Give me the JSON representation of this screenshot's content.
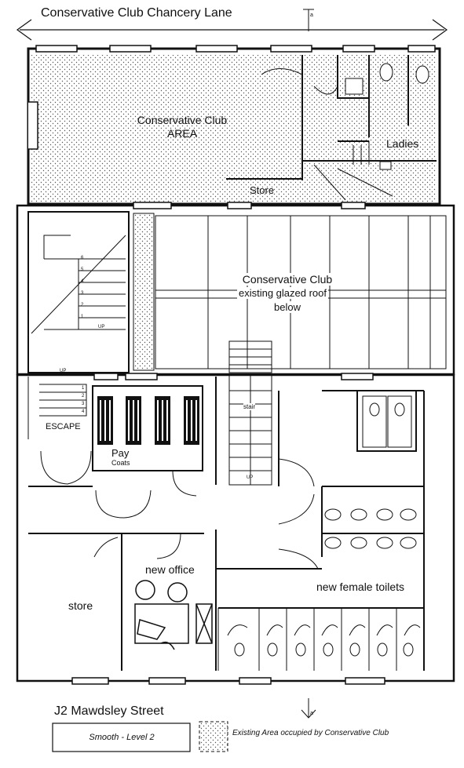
{
  "header": {
    "street_top": "Conservative Club Chancery Lane"
  },
  "rooms": {
    "club_area_line1": "Conservative Club",
    "club_area_line2": "AREA",
    "ladies": "Ladies",
    "store_top": "Store",
    "roof_line1": "Conservative Club",
    "roof_line2": "existing glazed roof",
    "roof_line3": "below",
    "escape": "ESCAPE",
    "pay": "Pay",
    "coats": "Coats",
    "new_office": "new office",
    "store_bottom": "store",
    "new_female_toilets": "new female toilets",
    "stair": "stair"
  },
  "stairs": {
    "up_left": "UP",
    "up_escape": "UP",
    "up_center": "UP",
    "numbers_left": [
      "6",
      "5",
      "4",
      "3",
      "2",
      "1"
    ],
    "numbers_escape": [
      "1",
      "2",
      "3",
      "4"
    ]
  },
  "markers": {
    "section": "a"
  },
  "footer": {
    "street_bottom": "J2 Mawdsley Street",
    "level_box": "Smooth - Level 2",
    "legend": "Existing Area occupied by Conservative Club"
  },
  "colors": {
    "line": "#111111",
    "hatch": "#555555"
  }
}
